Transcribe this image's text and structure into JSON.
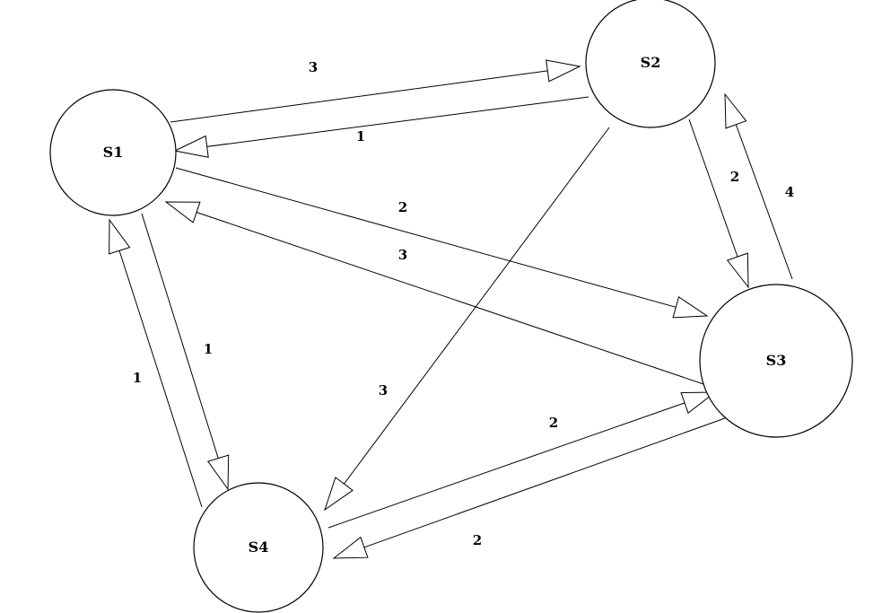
{
  "nodes": [
    {
      "id": "S1",
      "label": "S1"
    },
    {
      "id": "S2",
      "label": "S2"
    },
    {
      "id": "S3",
      "label": "S3"
    },
    {
      "id": "S4",
      "label": "S4"
    }
  ],
  "edges": [
    {
      "from": "S1",
      "to": "S2",
      "weight": "3"
    },
    {
      "from": "S2",
      "to": "S1",
      "weight": "1"
    },
    {
      "from": "S1",
      "to": "S3",
      "weight": "2"
    },
    {
      "from": "S3",
      "to": "S1",
      "weight": "3"
    },
    {
      "from": "S1",
      "to": "S4",
      "weight": "1"
    },
    {
      "from": "S4",
      "to": "S1",
      "weight": "1"
    },
    {
      "from": "S2",
      "to": "S3",
      "weight": "2"
    },
    {
      "from": "S3",
      "to": "S2",
      "weight": "4"
    },
    {
      "from": "S2",
      "to": "S4",
      "weight": "3"
    },
    {
      "from": "S4",
      "to": "S3",
      "weight": "2"
    },
    {
      "from": "S3",
      "to": "S4",
      "weight": "2"
    }
  ]
}
